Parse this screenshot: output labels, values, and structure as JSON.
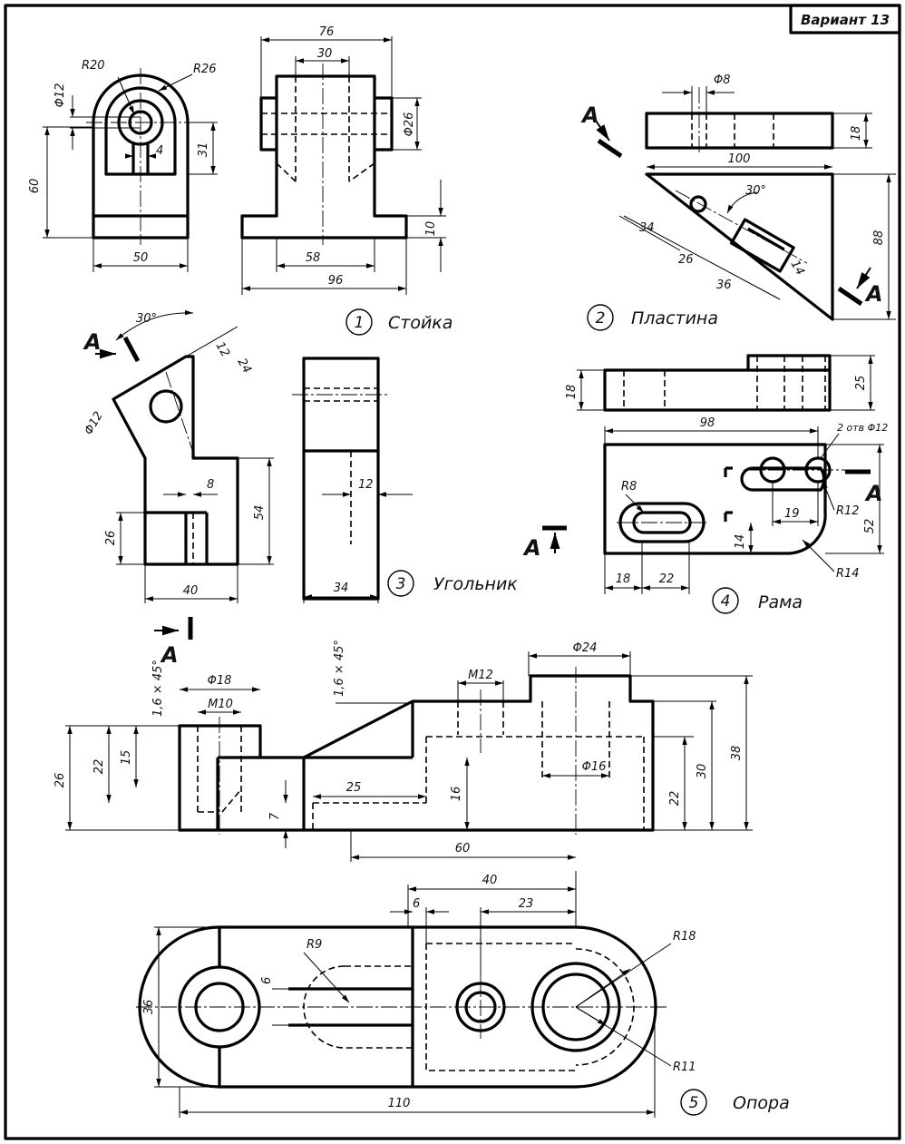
{
  "variant": "Вариант 13",
  "parts": [
    {
      "number": "1",
      "name": "Стойка"
    },
    {
      "number": "2",
      "name": "Пластина"
    },
    {
      "number": "3",
      "name": "Угольник"
    },
    {
      "number": "4",
      "name": "Рама"
    },
    {
      "number": "5",
      "name": "Опора"
    }
  ],
  "section_label": "A",
  "dims": {
    "p1": {
      "r20": "R20",
      "r26": "R26",
      "d12": "Φ12",
      "d4": "4",
      "d31": "31",
      "d60": "60",
      "d50": "50",
      "d76": "76",
      "d30": "30",
      "d26": "Φ26",
      "d10": "10",
      "d58": "58",
      "d96": "96"
    },
    "p2": {
      "d8": "Φ8",
      "d18": "18",
      "d100": "100",
      "a30": "30°",
      "d88": "88",
      "d34": "34",
      "d26": "26",
      "d36": "36",
      "d14": "14"
    },
    "p3": {
      "a30": "30°",
      "d12a": "12",
      "d24": "24",
      "d12b": "Φ12",
      "d8": "8",
      "d54": "54",
      "d26": "26",
      "d40": "40",
      "d12c": "12",
      "d34": "34"
    },
    "p4": {
      "d18": "18",
      "d25": "25",
      "d98": "98",
      "holes": "2 отв Φ12",
      "r8": "R8",
      "d19": "19",
      "r12": "R12",
      "d52": "52",
      "d14": "14",
      "d18b": "18",
      "d22": "22",
      "r14": "R14"
    },
    "p5": {
      "d24": "Φ24",
      "m12": "M12",
      "ch1": "1,6 × 45°",
      "d18": "Φ18",
      "m10": "M10",
      "ch2": "1,6 × 45°",
      "d26": "26",
      "d22a": "22",
      "d15": "15",
      "d25": "25",
      "d16a": "16",
      "d16b": "Φ16",
      "d30": "30",
      "d38": "38",
      "d22b": "22",
      "d7": "7",
      "d60": "60",
      "d40": "40",
      "d6a": "6",
      "d23": "23",
      "r18": "R18",
      "r9": "R9",
      "d6b": "6",
      "d36": "36",
      "r11": "R11",
      "d110": "110"
    }
  }
}
